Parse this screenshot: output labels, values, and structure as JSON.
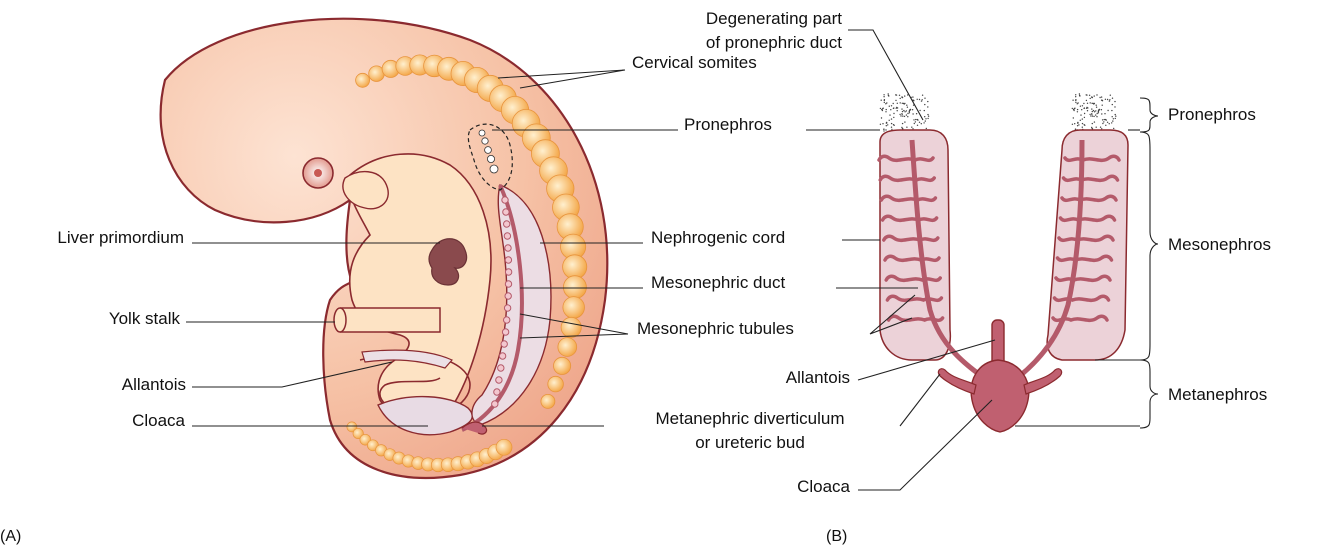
{
  "panels": {
    "a": "(A)",
    "b": "(B)"
  },
  "a_labels": {
    "cervical_somites": "Cervical somites",
    "pronephros": "Pronephros",
    "liver_primordium": "Liver primordium",
    "nephrogenic_cord": "Nephrogenic cord",
    "mesonephric_duct": "Mesonephric duct",
    "yolk_stalk": "Yolk stalk",
    "mesonephric_tubules": "Mesonephric tubules",
    "allantois": "Allantois",
    "cloaca": "Cloaca",
    "metanephric_line1": "Metanephric diverticulum",
    "metanephric_line2": "or ureteric bud"
  },
  "b_labels": {
    "degenerating_line1": "Degenerating part",
    "degenerating_line2": "of pronephric duct",
    "pronephros": "Pronephros",
    "mesonephros": "Mesonephros",
    "metanephros": "Metanephros",
    "allantois": "Allantois",
    "cloaca": "Cloaca"
  },
  "colors": {
    "outline": "#8b2a2f",
    "embryo_fill": "#f3b99a",
    "somite": "#f6b15c",
    "gut": "#fde3c4",
    "mesonephros_fill": "#ecd2d8",
    "tubule": "#b45a6a",
    "liver": "#8a4a4d"
  }
}
